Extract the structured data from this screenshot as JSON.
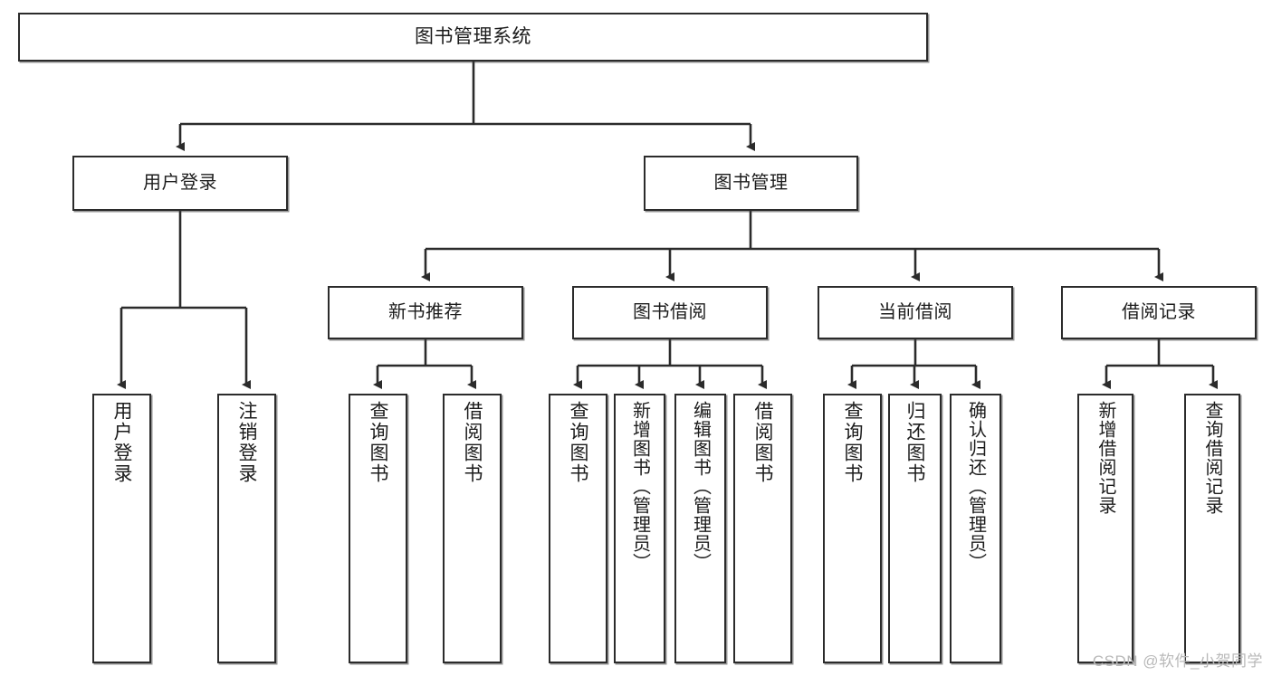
{
  "diagram": {
    "title": "图书管理系统",
    "watermark": "CSDN @软件_小贺同学",
    "colors": {
      "box_border": "#2b2b2b",
      "box_fill": "#ffffff",
      "edge": "#2b2b2b",
      "text": "#1c1c1c",
      "watermark": "#b9b9b9"
    },
    "root": {
      "label": "图书管理系统"
    },
    "level2": [
      {
        "label": "用户登录"
      },
      {
        "label": "图书管理"
      }
    ],
    "level3": [
      {
        "label": "新书推荐"
      },
      {
        "label": "图书借阅"
      },
      {
        "label": "当前借阅"
      },
      {
        "label": "借阅记录"
      }
    ],
    "leaves": {
      "user_login": [
        {
          "label": "用户登录"
        },
        {
          "label": "注销登录"
        }
      ],
      "new_book_recommend": [
        {
          "label": "查询图书"
        },
        {
          "label": "借阅图书"
        }
      ],
      "book_borrow": [
        {
          "label": "查询图书"
        },
        {
          "label": "新增图书（管理员）"
        },
        {
          "label": "编辑图书（管理员）"
        },
        {
          "label": "借阅图书"
        }
      ],
      "current_borrow": [
        {
          "label": "查询图书"
        },
        {
          "label": "归还图书"
        },
        {
          "label": "确认归还（管理员）"
        }
      ],
      "borrow_record": [
        {
          "label": "新增借阅记录"
        },
        {
          "label": "查询借阅记录"
        }
      ]
    }
  }
}
